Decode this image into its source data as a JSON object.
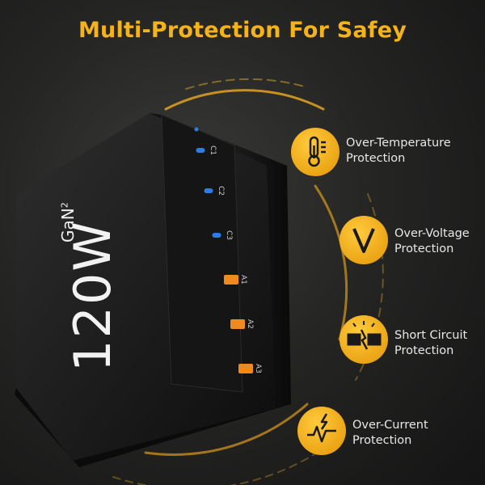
{
  "headline": "Multi-Protection For Safey",
  "product": {
    "rating": "120W",
    "technology": "GaN",
    "technology_sup": "2",
    "ports": [
      {
        "label": "C1",
        "type": "usb-c"
      },
      {
        "label": "C2",
        "type": "usb-c"
      },
      {
        "label": "C3",
        "type": "usb-c"
      },
      {
        "label": "A1",
        "type": "usb-a"
      },
      {
        "label": "A2",
        "type": "usb-a"
      },
      {
        "label": "A3",
        "type": "usb-a"
      }
    ]
  },
  "features": [
    {
      "line1": "Over-Temperature",
      "line2": "Protection",
      "icon": "thermometer-icon"
    },
    {
      "line1": "Over-Voltage",
      "line2": "Protection",
      "icon": "voltage-v-icon"
    },
    {
      "line1": "Short Circuit",
      "line2": "Protection",
      "icon": "short-circuit-icon"
    },
    {
      "line1": "Over-Current",
      "line2": "Protection",
      "icon": "current-bolt-icon"
    }
  ],
  "colors": {
    "accent": "#f4b21b",
    "background": "#1c1c1c",
    "port_c": "#2f7de1",
    "port_a": "#f08a1c"
  }
}
